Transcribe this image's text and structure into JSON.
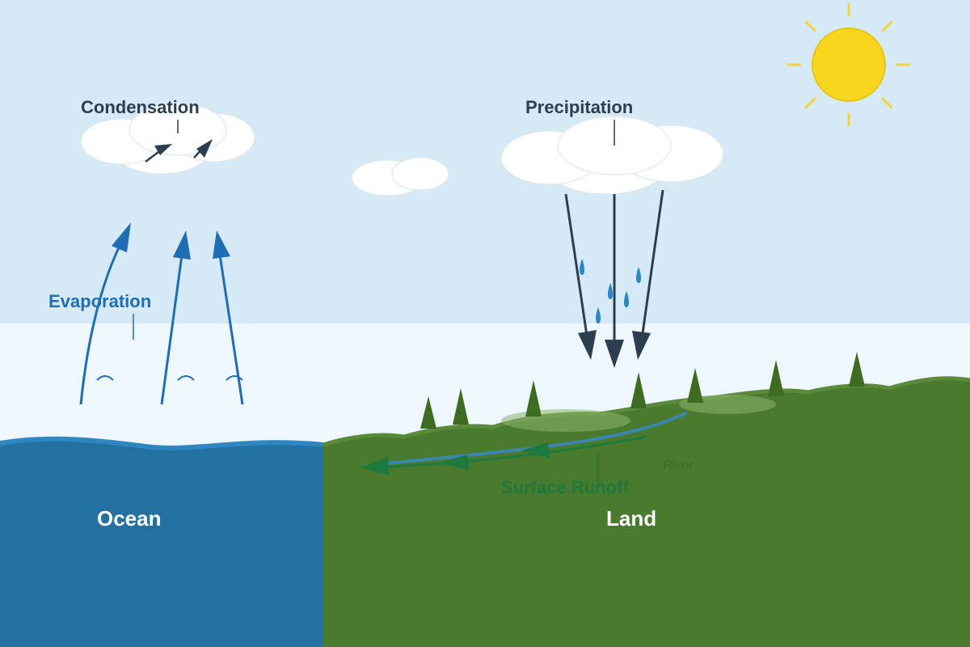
{
  "labels": {
    "condensation": "Condensation",
    "precipitation": "Precipitation",
    "evaporation": "Evaporation",
    "surface_runoff": "Surface Runoff",
    "river": "River",
    "ocean": "Ocean",
    "land": "Land"
  },
  "colors": {
    "sky": "#d6eaf6",
    "sky_lower": "#eef7fd",
    "ocean": "#2470a0",
    "ocean_edge": "#2f86c0",
    "land": "#4a7a2e",
    "land_ridge": "#5a8a3a",
    "tree": "#3e6b22",
    "sun": "#f7d71e",
    "sun_ray": "#f5d23a",
    "evaporation_arrow": "#1f6db5",
    "precip_arrow": "#2c3e50",
    "runoff": "#1e7a3c",
    "river": "#3a86b0",
    "raindrop": "#2b86c5",
    "condensation_text": "#2c3e50",
    "evaporation_text": "#1f6db5",
    "runoff_text": "#1e7a3c"
  },
  "icons": [
    "sun-icon",
    "cloud-icon",
    "raindrop-icon",
    "tree-icon",
    "arrow-icon"
  ]
}
